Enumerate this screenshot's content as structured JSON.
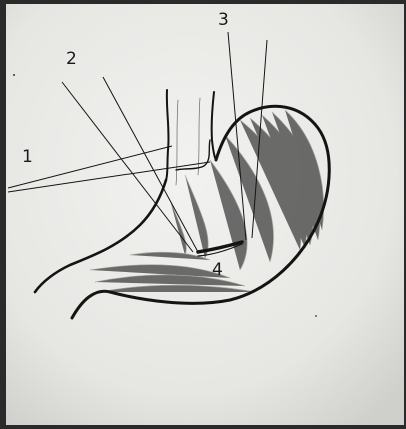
{
  "labels": {
    "one": "1",
    "two": "2",
    "three": "3",
    "four": "4"
  },
  "colors": {
    "paper": "#ececea",
    "ink": "#141414",
    "shading": "#5a5a5a",
    "frame": "#2a2a2a"
  }
}
